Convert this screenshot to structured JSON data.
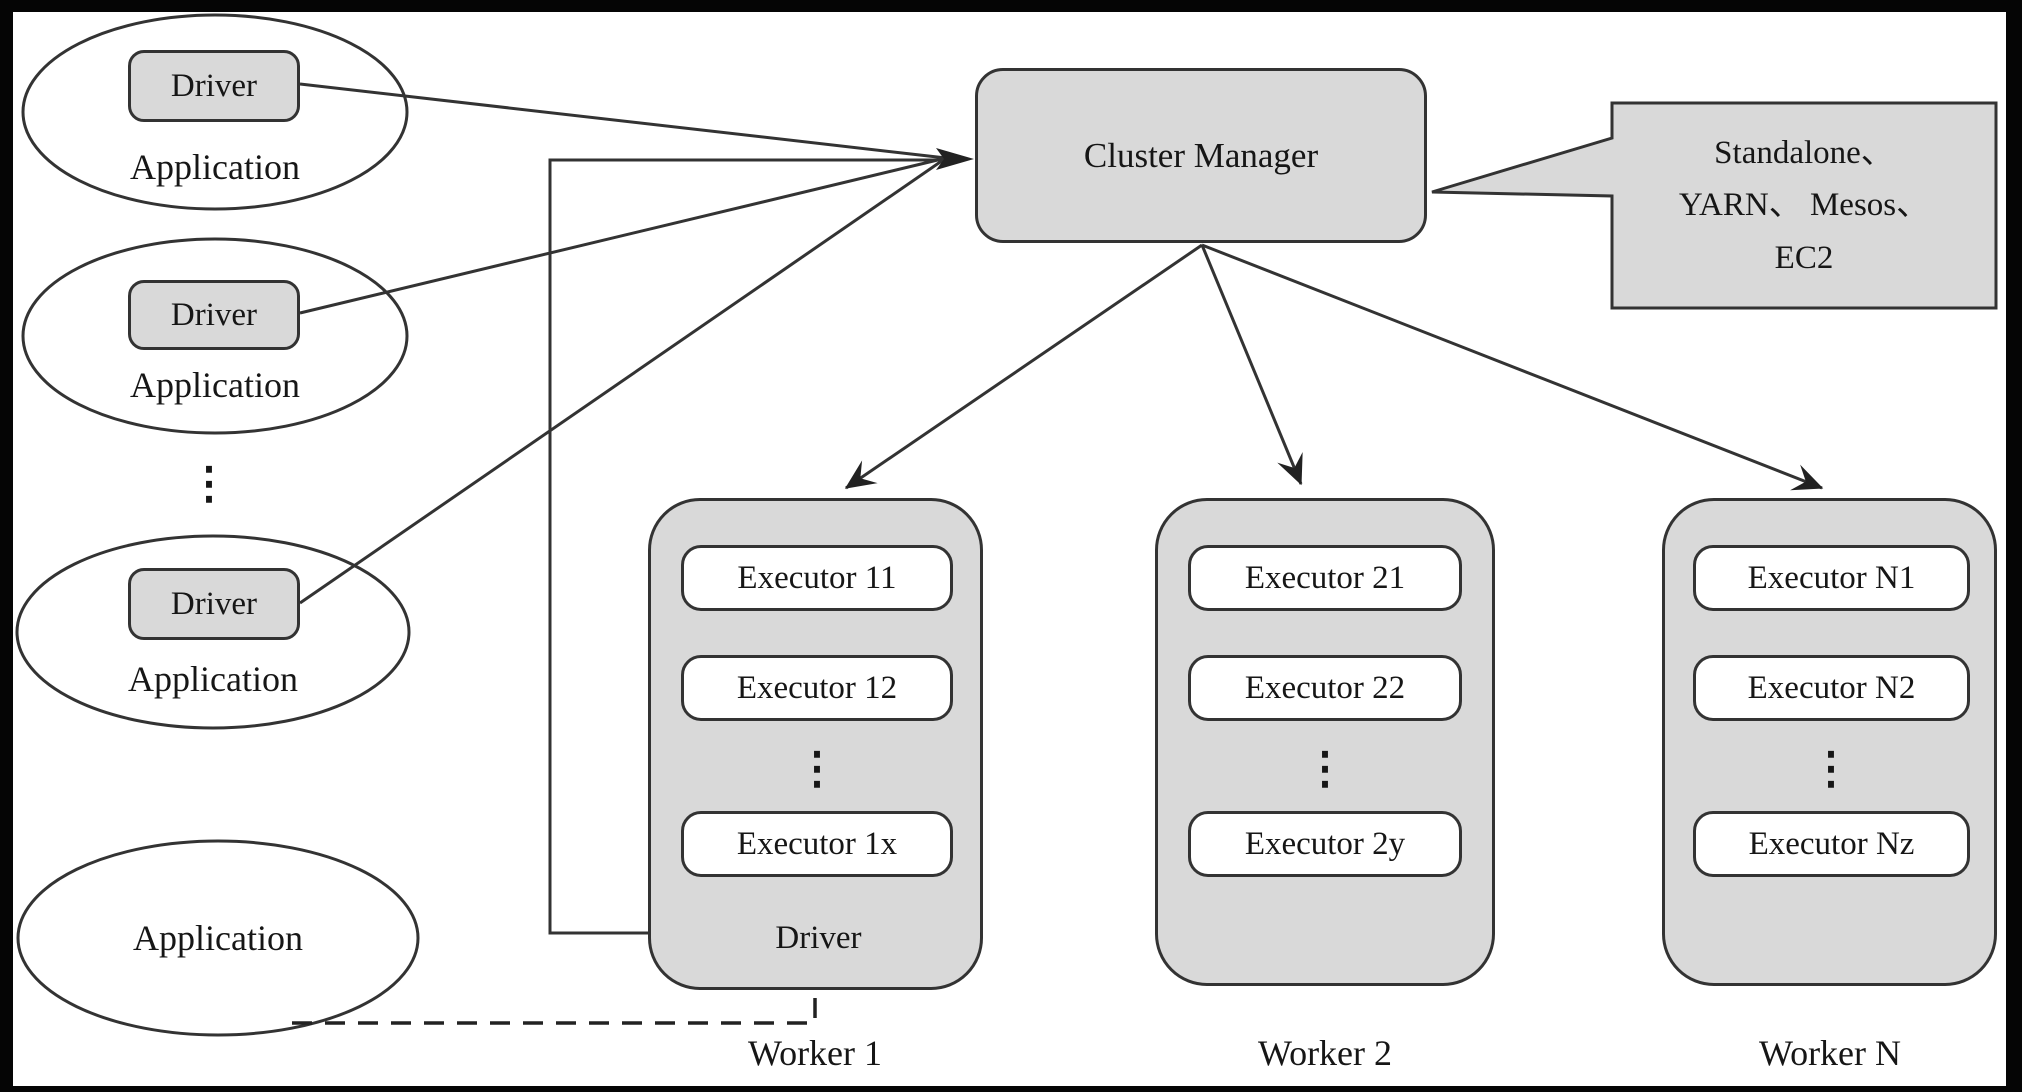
{
  "diagram": {
    "applications": [
      {
        "label": "Application",
        "driver_label": "Driver"
      },
      {
        "label": "Application",
        "driver_label": "Driver"
      },
      {
        "label": "Application",
        "driver_label": "Driver"
      },
      {
        "label": "Application"
      }
    ],
    "more_apps_glyph": "⋮",
    "cluster_manager": {
      "label": "Cluster Manager"
    },
    "callout": {
      "lines": [
        "Standalone、",
        "YARN、 Mesos、",
        "EC2"
      ]
    },
    "workers": [
      {
        "name": "Worker 1",
        "executors": [
          "Executor 11",
          "Executor 12",
          "Executor 1x"
        ],
        "more_glyph": "⋮",
        "driver_label": "Driver"
      },
      {
        "name": "Worker 2",
        "executors": [
          "Executor 21",
          "Executor 22",
          "Executor 2y"
        ],
        "more_glyph": "⋮"
      },
      {
        "name": "Worker N",
        "executors": [
          "Executor N1",
          "Executor N2",
          "Executor Nz"
        ],
        "more_glyph": "⋮"
      }
    ],
    "colors": {
      "box_fill": "#d9d9d9",
      "stroke": "#333333",
      "executor_fill": "#ffffff",
      "frame": "#050505",
      "background": "#ffffff"
    }
  }
}
